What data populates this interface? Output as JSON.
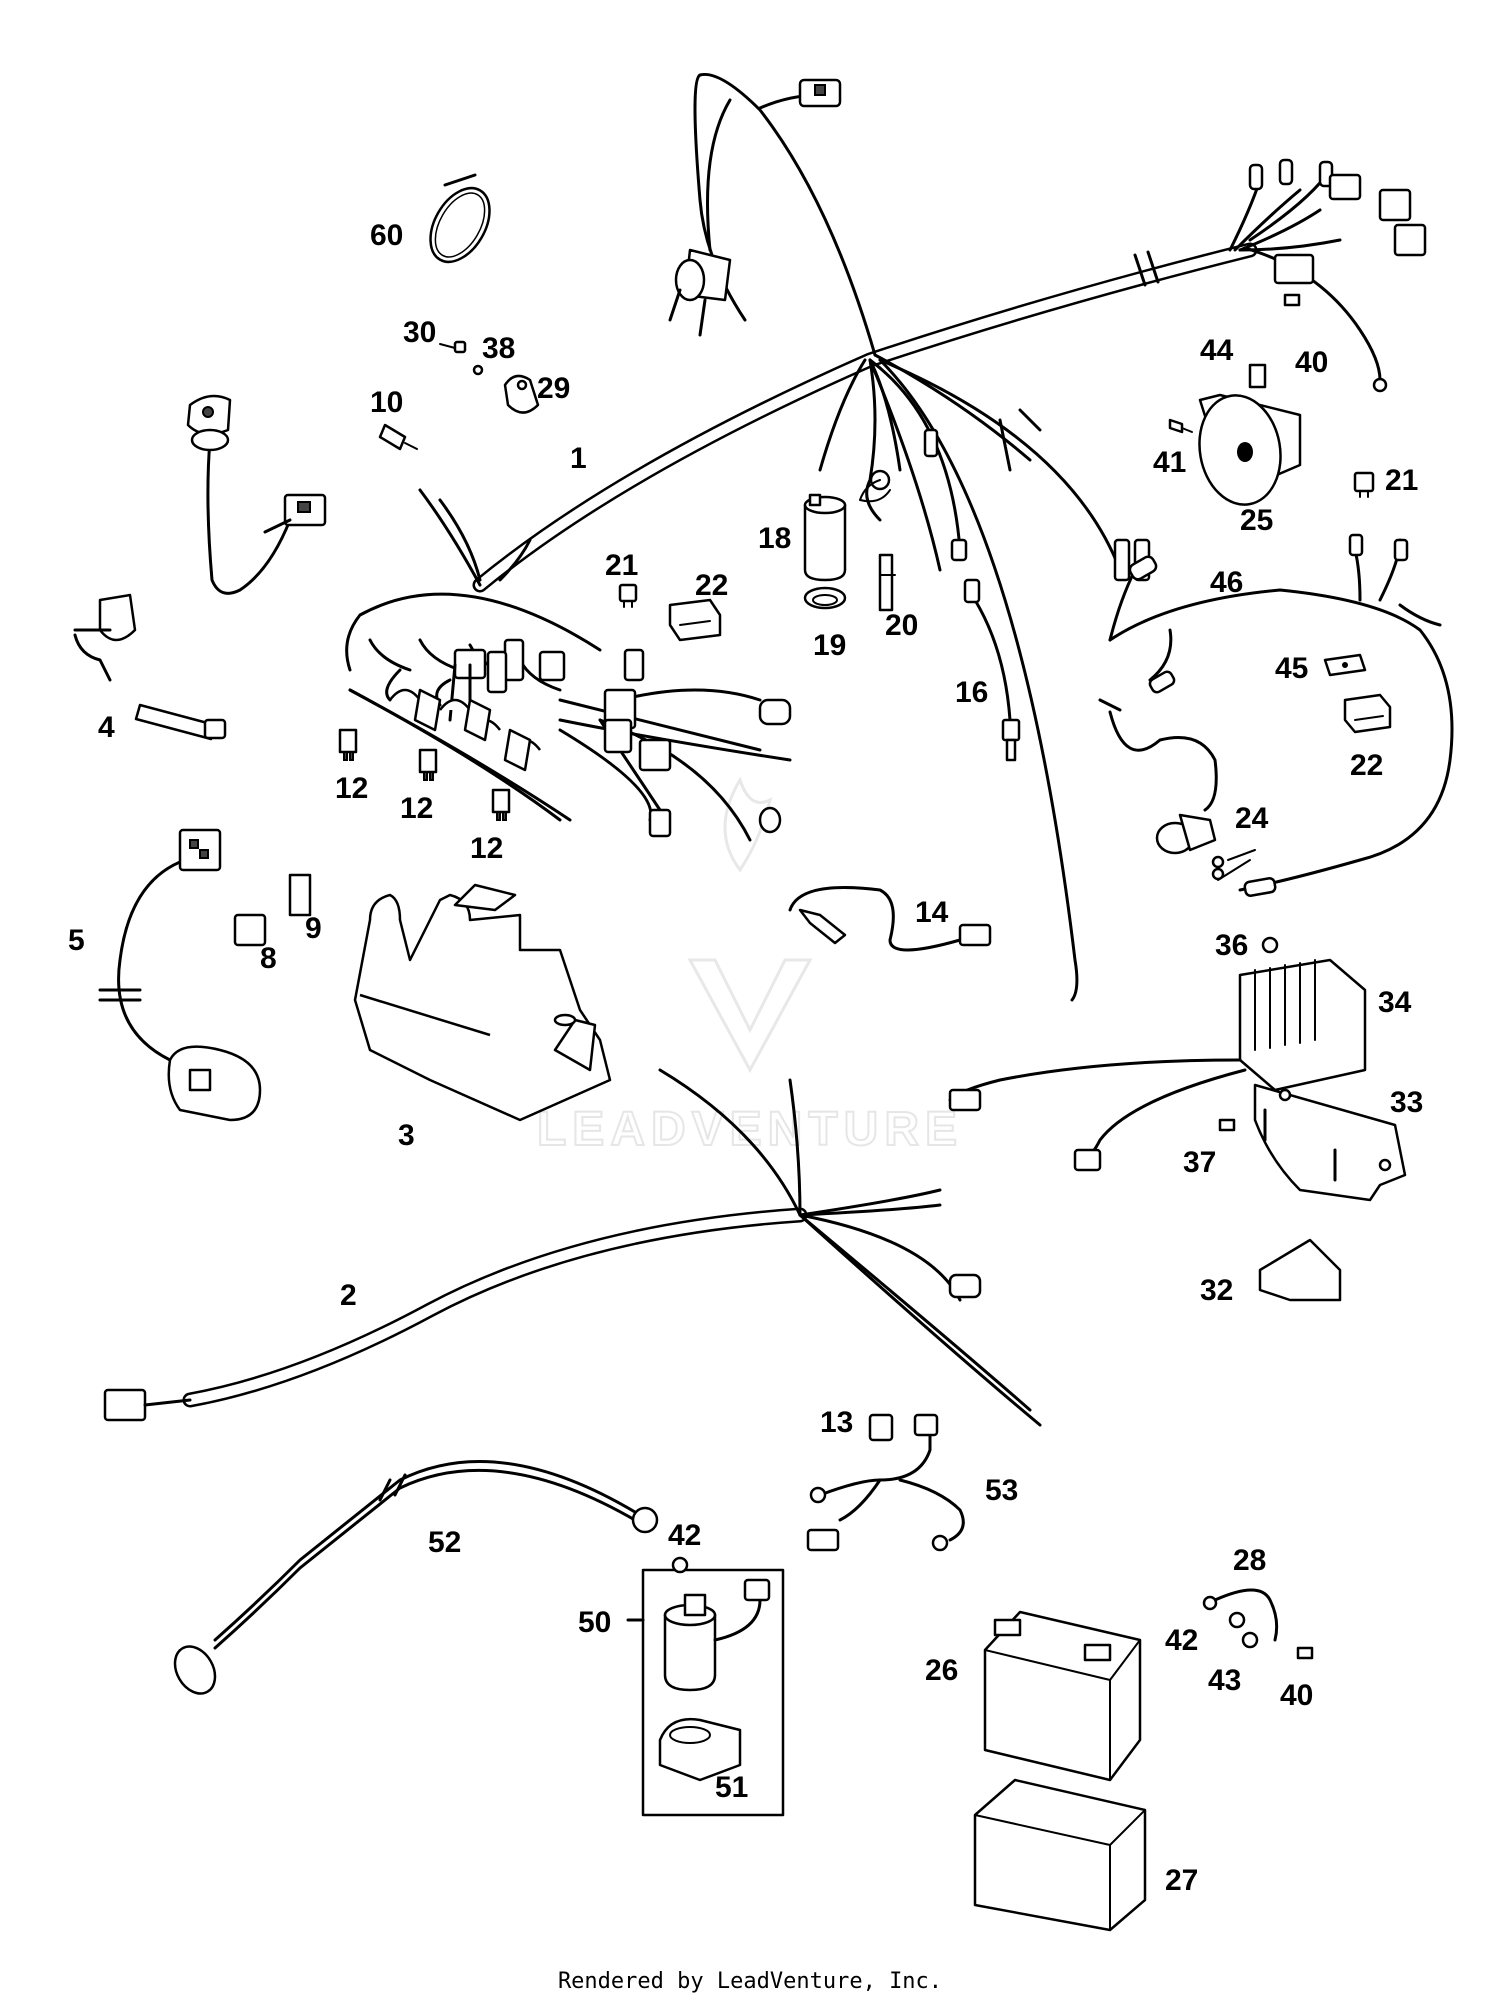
{
  "watermark": {
    "text": "LEADVENTURE"
  },
  "callouts": [
    {
      "id": "c60",
      "label": "60"
    },
    {
      "id": "c30",
      "label": "30"
    },
    {
      "id": "c38",
      "label": "38"
    },
    {
      "id": "c29",
      "label": "29"
    },
    {
      "id": "c10",
      "label": "10"
    },
    {
      "id": "c1",
      "label": "1"
    },
    {
      "id": "c44",
      "label": "44"
    },
    {
      "id": "c40a",
      "label": "40"
    },
    {
      "id": "c41",
      "label": "41"
    },
    {
      "id": "c25",
      "label": "25"
    },
    {
      "id": "c21a",
      "label": "21"
    },
    {
      "id": "c21b",
      "label": "21"
    },
    {
      "id": "c18",
      "label": "18"
    },
    {
      "id": "c22a",
      "label": "22"
    },
    {
      "id": "c19",
      "label": "19"
    },
    {
      "id": "c20",
      "label": "20"
    },
    {
      "id": "c46",
      "label": "46"
    },
    {
      "id": "c45",
      "label": "45"
    },
    {
      "id": "c22b",
      "label": "22"
    },
    {
      "id": "c16",
      "label": "16"
    },
    {
      "id": "c4",
      "label": "4"
    },
    {
      "id": "c12a",
      "label": "12"
    },
    {
      "id": "c12b",
      "label": "12"
    },
    {
      "id": "c12c",
      "label": "12"
    },
    {
      "id": "c24",
      "label": "24"
    },
    {
      "id": "c5",
      "label": "5"
    },
    {
      "id": "c8",
      "label": "8"
    },
    {
      "id": "c9",
      "label": "9"
    },
    {
      "id": "c14",
      "label": "14"
    },
    {
      "id": "c36",
      "label": "36"
    },
    {
      "id": "c34",
      "label": "34"
    },
    {
      "id": "c3",
      "label": "3"
    },
    {
      "id": "c33",
      "label": "33"
    },
    {
      "id": "c37",
      "label": "37"
    },
    {
      "id": "c2",
      "label": "2"
    },
    {
      "id": "c32",
      "label": "32"
    },
    {
      "id": "c13",
      "label": "13"
    },
    {
      "id": "c53",
      "label": "53"
    },
    {
      "id": "c52",
      "label": "52"
    },
    {
      "id": "c42a",
      "label": "42"
    },
    {
      "id": "c28",
      "label": "28"
    },
    {
      "id": "c50",
      "label": "50"
    },
    {
      "id": "c42b",
      "label": "42"
    },
    {
      "id": "c26",
      "label": "26"
    },
    {
      "id": "c43",
      "label": "43"
    },
    {
      "id": "c40b",
      "label": "40"
    },
    {
      "id": "c51",
      "label": "51"
    },
    {
      "id": "c27",
      "label": "27"
    }
  ],
  "footer": {
    "text": "Rendered by LeadVenture, Inc."
  }
}
